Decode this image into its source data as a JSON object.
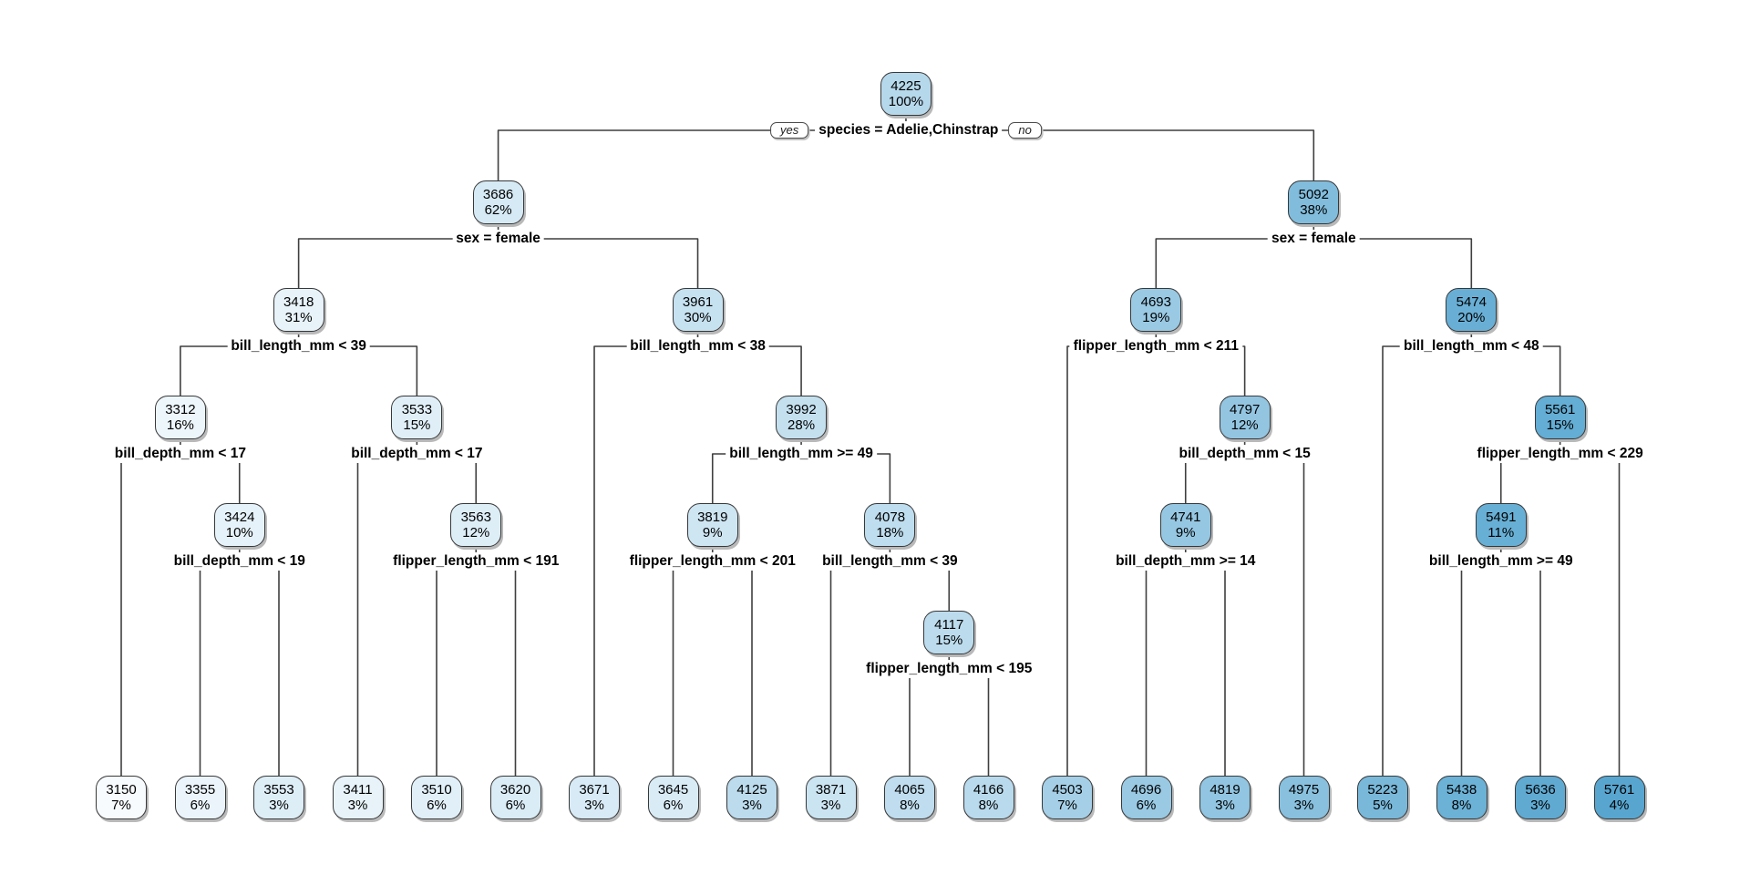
{
  "figure": {
    "type": "decision-tree",
    "background": "#ffffff",
    "line_color": "#3f3f3f",
    "node_border_color": "#383838",
    "node_text_color": "#000000",
    "yes_label": "yes",
    "no_label": "no"
  },
  "tree": {
    "value": "4225",
    "pct": "100%",
    "fill": "#b6d8eb",
    "split": "species = Adelie,Chinstrap",
    "children": [
      {
        "value": "3686",
        "pct": "62%",
        "fill": "#d6eaf5",
        "split": "sex = female",
        "children": [
          {
            "value": "3418",
            "pct": "31%",
            "fill": "#e7f2f9",
            "split": "bill_length_mm < 39",
            "children": [
              {
                "value": "3312",
                "pct": "16%",
                "fill": "#edf6fb",
                "split": "bill_depth_mm < 17",
                "children": [
                  {
                    "value": "3150",
                    "pct": "7%",
                    "fill": "#f7fbfe"
                  },
                  {
                    "value": "3424",
                    "pct": "10%",
                    "fill": "#e6f2f9",
                    "split": "bill_depth_mm < 19",
                    "children": [
                      {
                        "value": "3355",
                        "pct": "6%",
                        "fill": "#ebf4fa"
                      },
                      {
                        "value": "3553",
                        "pct": "3%",
                        "fill": "#deeef7"
                      }
                    ]
                  }
                ]
              },
              {
                "value": "3533",
                "pct": "15%",
                "fill": "#e0eff7",
                "split": "bill_depth_mm < 17",
                "children": [
                  {
                    "value": "3411",
                    "pct": "3%",
                    "fill": "#e7f3f9"
                  },
                  {
                    "value": "3563",
                    "pct": "12%",
                    "fill": "#deeef7",
                    "split": "flipper_length_mm < 191",
                    "children": [
                      {
                        "value": "3510",
                        "pct": "6%",
                        "fill": "#e1eff8"
                      },
                      {
                        "value": "3620",
                        "pct": "6%",
                        "fill": "#daecf6"
                      }
                    ]
                  }
                ]
              }
            ]
          },
          {
            "value": "3961",
            "pct": "30%",
            "fill": "#c6e1f0",
            "split": "bill_length_mm < 38",
            "children": [
              {
                "value": "3671",
                "pct": "3%",
                "fill": "#d7eaf5"
              },
              {
                "value": "3992",
                "pct": "28%",
                "fill": "#c4e0ef",
                "split": "bill_length_mm >= 49",
                "children": [
                  {
                    "value": "3819",
                    "pct": "9%",
                    "fill": "#cee5f2",
                    "split": "flipper_length_mm < 201",
                    "children": [
                      {
                        "value": "3645",
                        "pct": "6%",
                        "fill": "#d9ebf5"
                      },
                      {
                        "value": "4125",
                        "pct": "3%",
                        "fill": "#bcdbed"
                      }
                    ]
                  },
                  {
                    "value": "4078",
                    "pct": "18%",
                    "fill": "#beddee",
                    "split": "bill_length_mm < 39",
                    "children": [
                      {
                        "value": "3871",
                        "pct": "3%",
                        "fill": "#cbe4f1"
                      },
                      {
                        "value": "4117",
                        "pct": "15%",
                        "fill": "#bcdced",
                        "split": "flipper_length_mm < 195",
                        "children": [
                          {
                            "value": "4065",
                            "pct": "8%",
                            "fill": "#bfddee"
                          },
                          {
                            "value": "4166",
                            "pct": "8%",
                            "fill": "#b9daec"
                          }
                        ]
                      }
                    ]
                  }
                ]
              }
            ]
          }
        ]
      },
      {
        "value": "5092",
        "pct": "38%",
        "fill": "#81bcdc",
        "split": "sex = female",
        "children": [
          {
            "value": "4693",
            "pct": "19%",
            "fill": "#99c9e3",
            "split": "flipper_length_mm < 211",
            "children": [
              {
                "value": "4503",
                "pct": "7%",
                "fill": "#a5cfe6"
              },
              {
                "value": "4797",
                "pct": "12%",
                "fill": "#93c5e1",
                "split": "bill_depth_mm < 15",
                "children": [
                  {
                    "value": "4741",
                    "pct": "9%",
                    "fill": "#96c7e2",
                    "split": "bill_depth_mm >= 14",
                    "children": [
                      {
                        "value": "4696",
                        "pct": "6%",
                        "fill": "#99c9e3"
                      },
                      {
                        "value": "4819",
                        "pct": "3%",
                        "fill": "#91c5e1"
                      }
                    ]
                  },
                  {
                    "value": "4975",
                    "pct": "3%",
                    "fill": "#88c0de"
                  }
                ]
              }
            ]
          },
          {
            "value": "5474",
            "pct": "20%",
            "fill": "#69afd5",
            "split": "bill_length_mm < 48",
            "children": [
              {
                "value": "5223",
                "pct": "5%",
                "fill": "#79b8d9"
              },
              {
                "value": "5561",
                "pct": "15%",
                "fill": "#64add4",
                "split": "flipper_length_mm < 229",
                "children": [
                  {
                    "value": "5491",
                    "pct": "11%",
                    "fill": "#68afd5",
                    "split": "bill_length_mm >= 49",
                    "children": [
                      {
                        "value": "5438",
                        "pct": "8%",
                        "fill": "#6cb1d6"
                      },
                      {
                        "value": "5636",
                        "pct": "3%",
                        "fill": "#60aad2"
                      }
                    ]
                  },
                  {
                    "value": "5761",
                    "pct": "4%",
                    "fill": "#58a6d0"
                  }
                ]
              }
            ]
          }
        ]
      }
    ]
  }
}
